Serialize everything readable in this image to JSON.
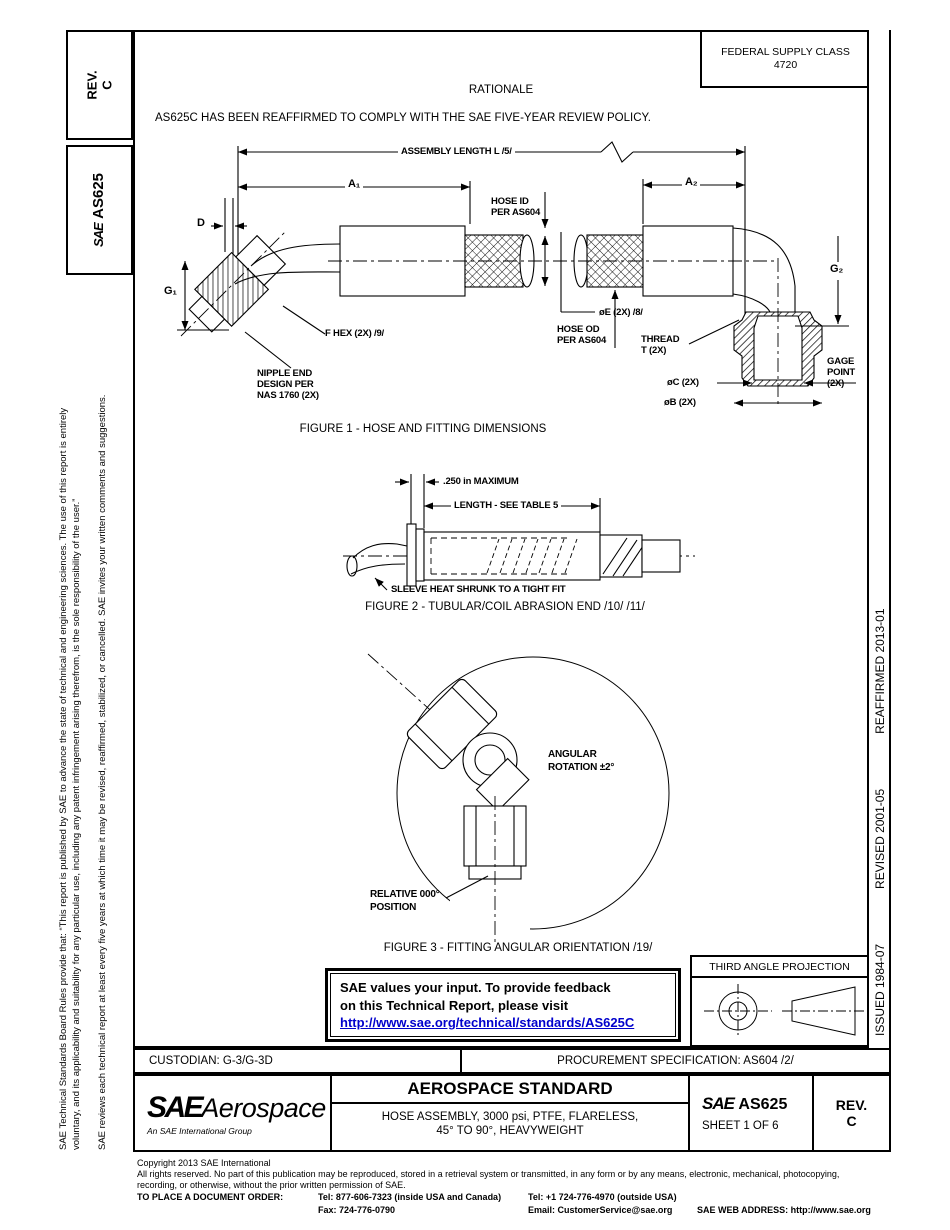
{
  "document": {
    "rev_label": "REV.",
    "rev_value": "C",
    "sae_logo": "SAE",
    "doc_number": "AS625",
    "federal_supply_class": [
      "FEDERAL SUPPLY CLASS",
      "4720"
    ],
    "rationale_title": "RATIONALE",
    "rationale_text": "AS625C HAS BEEN REAFFIRMED TO COMPLY WITH THE SAE FIVE-YEAR REVIEW POLICY."
  },
  "side_notices": {
    "board_rules_line1": "SAE Technical Standards Board Rules provide that: “This report is published by SAE to advance the state of technical and engineering sciences. The use of this report is entirely",
    "board_rules_line2": "voluntary, and its applicability and suitability for any particular use, including any patent infringement arising therefrom, is the sole responsibility of the user.”",
    "review_note": "SAE reviews each technical report at least every five years at which time it may be revised, reaffirmed, stabilized, or cancelled. SAE invites your written comments and suggestions.",
    "issued": "ISSUED 1984-07",
    "revised": "REVISED 2001-05",
    "reaffirmed": "REAFFIRMED 2013-01"
  },
  "figure1": {
    "assembly_length": "ASSEMBLY LENGTH L  /5/",
    "a1": "A₁",
    "a2": "A₂",
    "d": "D",
    "g1": "G₁",
    "g2": "G₂",
    "hose_id": [
      "HOSE ID",
      "PER AS604"
    ],
    "hose_od": [
      "HOSE OD",
      "PER AS604"
    ],
    "f_hex": "F HEX (2X) /9/",
    "nipple_end": [
      "NIPPLE END",
      "DESIGN PER",
      "NAS 1760 (2X)"
    ],
    "dia_e": "øE (2X) /8/",
    "thread": [
      "THREAD",
      "T (2X)"
    ],
    "dia_c": "øC (2X)",
    "dia_b": "øB (2X)",
    "gage_point": [
      "GAGE",
      "POINT",
      "(2X)"
    ],
    "caption": "FIGURE 1 - HOSE AND FITTING DIMENSIONS"
  },
  "figure2": {
    "max_dim": ".250 in MAXIMUM",
    "length_dim": "LENGTH - SEE TABLE 5",
    "sleeve_note": "SLEEVE HEAT SHRUNK TO A TIGHT FIT",
    "caption": "FIGURE 2 - TUBULAR/COIL ABRASION END /10/ /11/"
  },
  "figure3": {
    "angular": [
      "ANGULAR",
      "ROTATION ±2°"
    ],
    "relative": [
      "RELATIVE 000°",
      "POSITION"
    ],
    "caption": "FIGURE 3 - FITTING ANGULAR ORIENTATION /19/"
  },
  "feedback": {
    "line1": "SAE values your input. To provide feedback",
    "line2": "on this Technical Report, please visit",
    "link": "http://www.sae.org/technical/standards/AS625C"
  },
  "projection": {
    "title": "THIRD ANGLE PROJECTION"
  },
  "info_row": {
    "custodian": "CUSTODIAN: G-3/G-3D",
    "procurement": "PROCUREMENT SPECIFICATION: AS604 /2/"
  },
  "title_block": {
    "logo_sae": "SAE",
    "logo_aerospace": "Aerospace",
    "logo_tagline": "An SAE International Group",
    "header": "AEROSPACE STANDARD",
    "title_line1": "HOSE ASSEMBLY, 3000 psi, PTFE, FLARELESS,",
    "title_line2": "45° TO 90°, HEAVYWEIGHT",
    "doc_sae": "SAE",
    "doc_number": "AS625",
    "sheet": "SHEET 1 OF 6",
    "rev_label": "REV.",
    "rev_value": "C"
  },
  "footer": {
    "copyright": "Copyright 2013 SAE International",
    "rights_line1": "All rights reserved. No part of this publication may be reproduced, stored in a retrieval system or transmitted, in any form or by any means, electronic, mechanical, photocopying,",
    "rights_line2": "recording, or otherwise, without the prior written permission of SAE.",
    "order_label": "TO PLACE A DOCUMENT ORDER:",
    "tel_inside": "Tel: 877-606-7323 (inside USA and Canada)",
    "tel_outside": "Tel: +1 724-776-4970 (outside USA)",
    "fax": "Fax: 724-776-0790",
    "email": "Email: CustomerService@sae.org",
    "web": "SAE WEB ADDRESS: http://www.sae.org"
  }
}
